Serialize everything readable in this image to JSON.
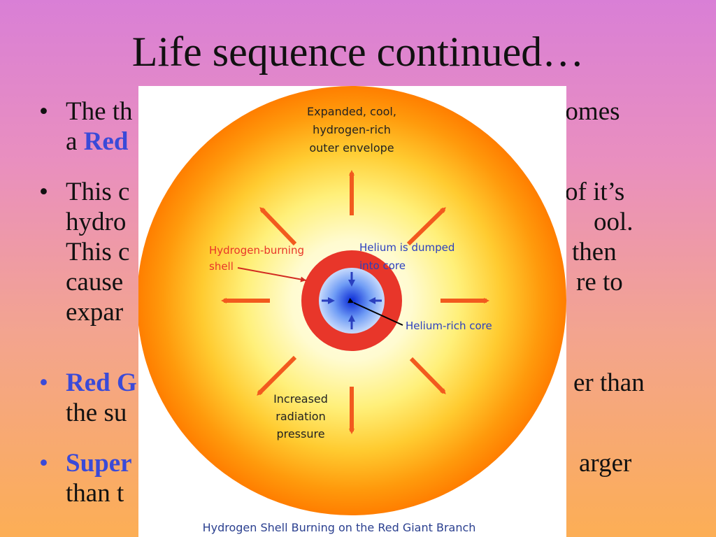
{
  "slide": {
    "title": "Life sequence continued…"
  },
  "bullets": {
    "b1": {
      "line1_left": "The th",
      "line1_right": "comes",
      "line2_a": "a ",
      "line2_blue": "Red"
    },
    "b2": {
      "l1_left": "This c",
      "l1_right": "of it’s",
      "l2_left": "hydro",
      "l2_right": "ool.",
      "l3_left": "This c",
      "l3_right": "then",
      "l4_left": "cause",
      "l4_right": "re to",
      "l5_left": "expar"
    },
    "b3": {
      "l1_left_blue": "Red G",
      "l1_right": "er than",
      "l2_left": "the su"
    },
    "b4": {
      "l1_left_blue": "Super",
      "l1_right": "arger",
      "l2_left": "than t"
    }
  },
  "figure": {
    "label_envelope": [
      "Expanded, cool,",
      "hydrogen-rich",
      "outer envelope"
    ],
    "label_shell": [
      "Hydrogen-burning",
      "shell"
    ],
    "label_helium_dumped": [
      "Helium is dumped",
      "into core"
    ],
    "label_core": "Helium-rich core",
    "label_pressure": [
      "Increased",
      "radiation",
      "pressure"
    ],
    "caption": "Hydrogen Shell Burning on the Red Giant Branch",
    "colors": {
      "outer": "#ff8a00",
      "yellow": "#fffde0",
      "shell": "#e8362a",
      "core": "#1a4fe0",
      "arrow": "#f25a1e",
      "label_red": "#e8362a",
      "label_blue": "#2a3fbf"
    }
  }
}
